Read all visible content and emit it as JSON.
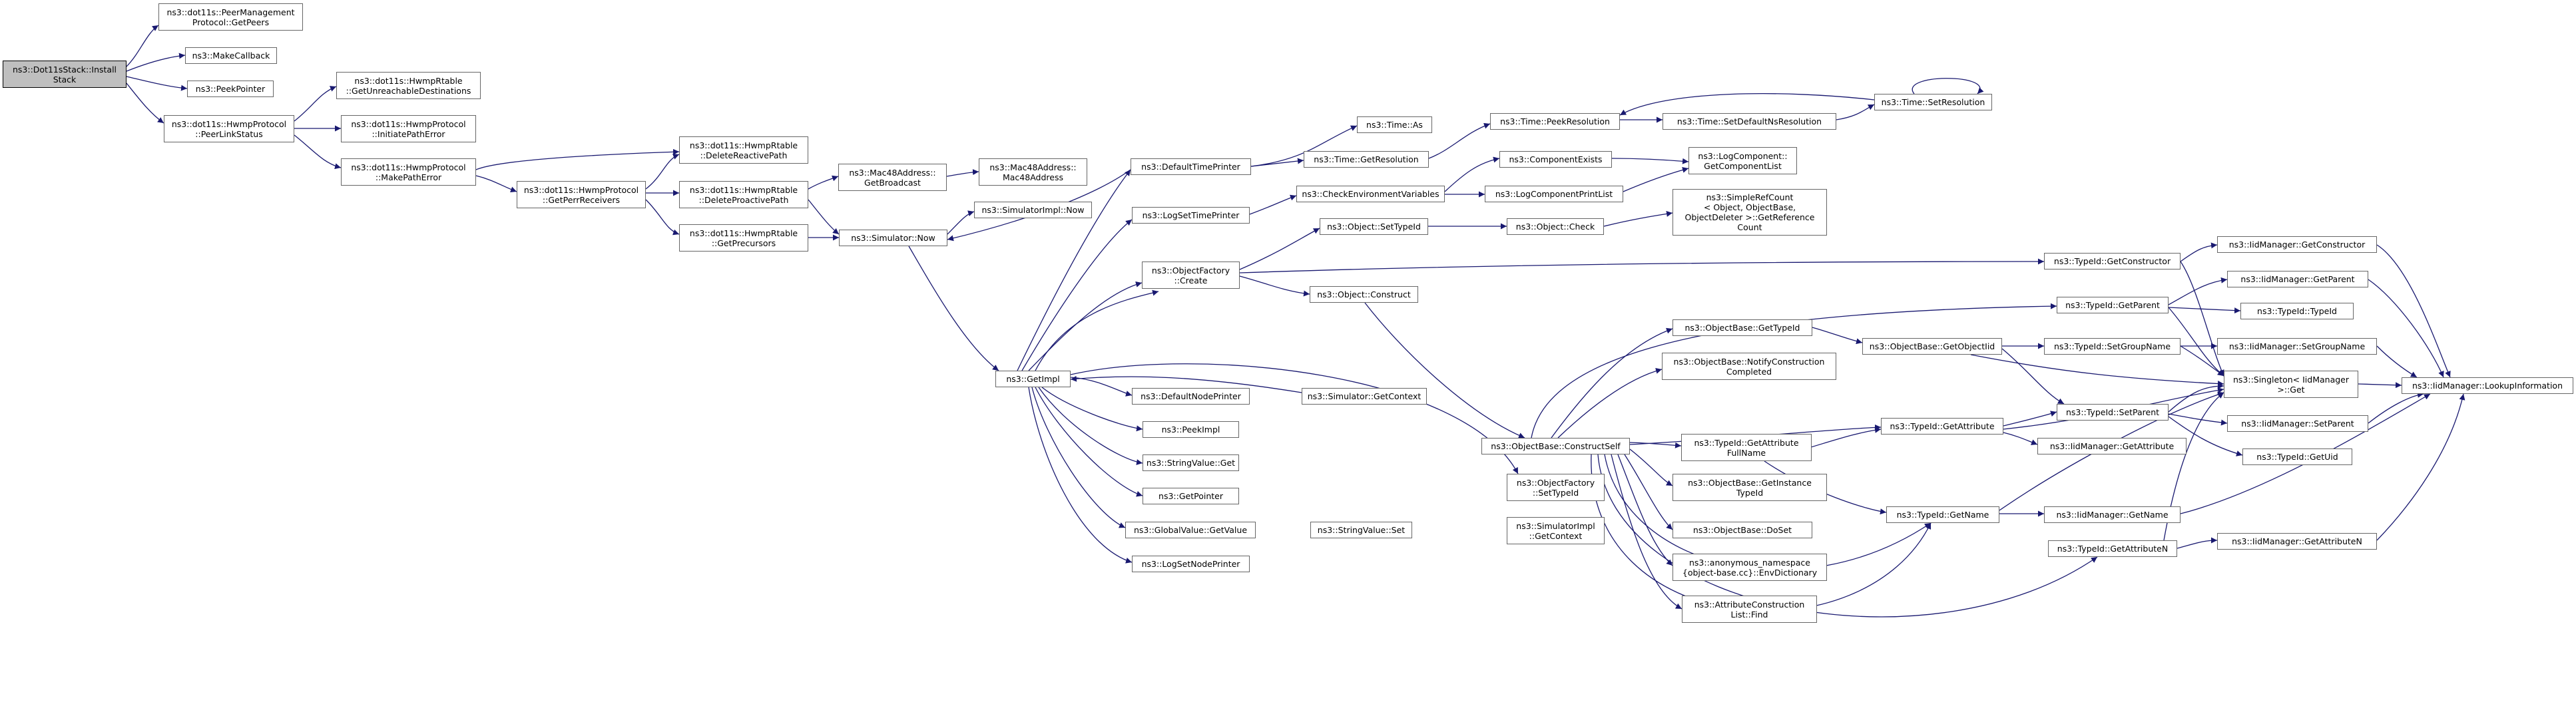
{
  "colors": {
    "edge": "#191970",
    "root_fill": "#bfbfbf",
    "node_border": "#666666"
  },
  "nodes": {
    "n1": "ns3::Dot11sStack::Install\nStack",
    "n2": "ns3::dot11s::PeerManagement\nProtocol::GetPeers",
    "n3": "ns3::MakeCallback",
    "n4": "ns3::PeekPointer",
    "n5": "ns3::dot11s::HwmpProtocol\n::PeerLinkStatus",
    "n6": "ns3::dot11s::HwmpRtable\n::GetUnreachableDestinations",
    "n7": "ns3::dot11s::HwmpProtocol\n::InitiatePathError",
    "n8": "ns3::dot11s::HwmpProtocol\n::MakePathError",
    "n9": "ns3::dot11s::HwmpRtable\n::DeleteReactivePath",
    "n10": "ns3::dot11s::HwmpProtocol\n::GetPerrReceivers",
    "n11": "ns3::dot11s::HwmpRtable\n::DeleteProactivePath",
    "n12": "ns3::dot11s::HwmpRtable\n::GetPrecursors",
    "n13": "ns3::Mac48Address::\nGetBroadcast",
    "n14": "ns3::Mac48Address::\nMac48Address",
    "n15": "ns3::Simulator::Now",
    "n16": "ns3::SimulatorImpl::Now",
    "n17": "ns3::GetImpl",
    "n18": "ns3::DefaultTimePrinter",
    "n19": "ns3::Time::As",
    "n20": "ns3::Time::GetResolution",
    "n21": "ns3::Time::PeekResolution",
    "n22": "ns3::Time::SetDefaultNsResolution",
    "n23": "ns3::Time::SetResolution",
    "n24": "ns3::LogSetTimePrinter",
    "n25": "ns3::CheckEnvironmentVariables",
    "n26": "ns3::ComponentExists",
    "n27": "ns3::LogComponentPrintList",
    "n28": "ns3::LogComponent::\nGetComponentList",
    "n29": "ns3::ObjectFactory\n::Create",
    "n30": "ns3::Object::SetTypeId",
    "n31": "ns3::Object::Check",
    "n32": "ns3::SimpleRefCount\n< Object, ObjectBase,\nObjectDeleter >::GetReference\nCount",
    "n33": "ns3::Object::Construct",
    "n34": "ns3::TypeId::GetConstructor",
    "n35": "ns3::IidManager::GetConstructor",
    "n36": "ns3::TypeId::GetParent",
    "n37": "ns3::IidManager::GetParent",
    "n38": "ns3::TypeId::TypeId",
    "n39": "ns3::ObjectBase::GetTypeId",
    "n40": "ns3::ObjectBase::GetObjectIid",
    "n41": "ns3::TypeId::SetGroupName",
    "n42": "ns3::IidManager::SetGroupName",
    "n43": "ns3::ObjectBase::NotifyConstruction\nCompleted",
    "n44": "ns3::Singleton< IidManager\n>::Get",
    "n45": "ns3::IidManager::LookupInformation",
    "n46": "ns3::DefaultNodePrinter",
    "n47": "ns3::Simulator::GetContext",
    "n48": "ns3::PeekImpl",
    "n49": "ns3::StringValue::Get",
    "n50": "ns3::GetPointer",
    "n51": "ns3::GlobalValue::GetValue",
    "n52": "ns3::StringValue::Set",
    "n53": "ns3::LogSetNodePrinter",
    "n54": "ns3::ObjectBase::ConstructSelf",
    "n55": "ns3::ObjectFactory\n::SetTypeId",
    "n56": "ns3::SimulatorImpl\n::GetContext",
    "n57": "ns3::TypeId::GetAttribute\nFullName",
    "n58": "ns3::TypeId::GetAttribute",
    "n59": "ns3::TypeId::SetParent",
    "n60": "ns3::IidManager::GetAttribute",
    "n61": "ns3::IidManager::SetParent",
    "n62": "ns3::TypeId::GetUid",
    "n63": "ns3::ObjectBase::GetInstance\nTypeId",
    "n64": "ns3::ObjectBase::DoSet",
    "n65": "ns3::TypeId::GetName",
    "n66": "ns3::IidManager::GetName",
    "n67": "ns3::anonymous_namespace\n{object-base.cc}::EnvDictionary",
    "n68": "ns3::TypeId::GetAttributeN",
    "n69": "ns3::IidManager::GetAttributeN",
    "n70": "ns3::AttributeConstruction\nList::Find"
  }
}
